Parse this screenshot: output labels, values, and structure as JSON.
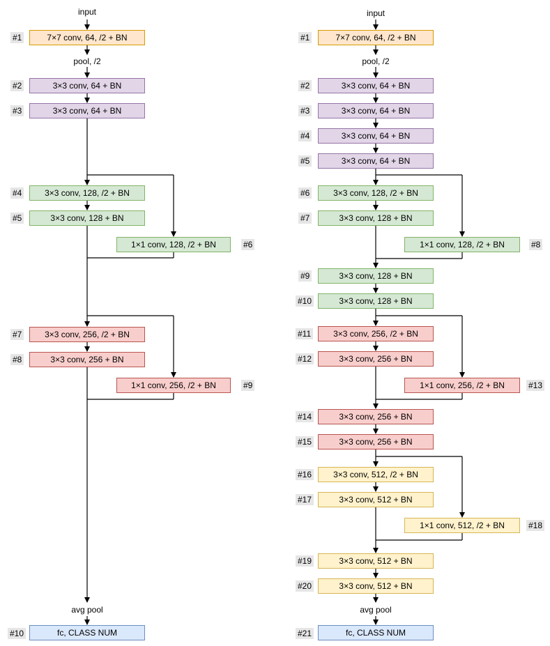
{
  "left": {
    "input": "input",
    "pool": "pool, /2",
    "avgpool": "avg pool",
    "boxes": [
      {
        "label": "7×7 conv, 64, /2  +  BN",
        "tag": "#1"
      },
      {
        "label": "3×3 conv, 64  +  BN",
        "tag": "#2"
      },
      {
        "label": "3×3 conv, 64  +  BN",
        "tag": "#3"
      },
      {
        "label": "3×3 conv, 128, /2  +  BN",
        "tag": "#4"
      },
      {
        "label": "3×3 conv, 128  +  BN",
        "tag": "#5"
      },
      {
        "label": "1×1 conv, 128, /2  +  BN",
        "tag": "#6"
      },
      {
        "label": "3×3 conv, 256, /2  +  BN",
        "tag": "#7"
      },
      {
        "label": "3×3 conv, 256  +  BN",
        "tag": "#8"
      },
      {
        "label": "1×1 conv, 256, /2  +  BN",
        "tag": "#9"
      },
      {
        "label": "fc, CLASS NUM",
        "tag": "#10"
      }
    ]
  },
  "right": {
    "input": "input",
    "pool": "pool, /2",
    "avgpool": "avg pool",
    "boxes": [
      {
        "label": "7×7 conv, 64, /2  +  BN",
        "tag": "#1"
      },
      {
        "label": "3×3 conv, 64  +  BN",
        "tag": "#2"
      },
      {
        "label": "3×3 conv, 64  +  BN",
        "tag": "#3"
      },
      {
        "label": "3×3 conv, 64  +  BN",
        "tag": "#4"
      },
      {
        "label": "3×3 conv, 64  +  BN",
        "tag": "#5"
      },
      {
        "label": "3×3 conv, 128, /2  +  BN",
        "tag": "#6"
      },
      {
        "label": "3×3 conv, 128  +  BN",
        "tag": "#7"
      },
      {
        "label": "1×1 conv, 128, /2  +  BN",
        "tag": "#8"
      },
      {
        "label": "3×3 conv, 128  +  BN",
        "tag": "#9"
      },
      {
        "label": "3×3 conv, 128  +  BN",
        "tag": "#10"
      },
      {
        "label": "3×3 conv, 256, /2  +  BN",
        "tag": "#11"
      },
      {
        "label": "3×3 conv, 256  +  BN",
        "tag": "#12"
      },
      {
        "label": "1×1 conv, 256, /2  +  BN",
        "tag": "#13"
      },
      {
        "label": "3×3 conv, 256  +  BN",
        "tag": "#14"
      },
      {
        "label": "3×3 conv, 256  +  BN",
        "tag": "#15"
      },
      {
        "label": "3×3 conv, 512, /2  +  BN",
        "tag": "#16"
      },
      {
        "label": "3×3 conv, 512  +  BN",
        "tag": "#17"
      },
      {
        "label": "1×1 conv, 512, /2  +  BN",
        "tag": "#18"
      },
      {
        "label": "3×3 conv, 512  +  BN",
        "tag": "#19"
      },
      {
        "label": "3×3 conv, 512  +  BN",
        "tag": "#20"
      },
      {
        "label": "fc, CLASS NUM",
        "tag": "#21"
      }
    ]
  }
}
